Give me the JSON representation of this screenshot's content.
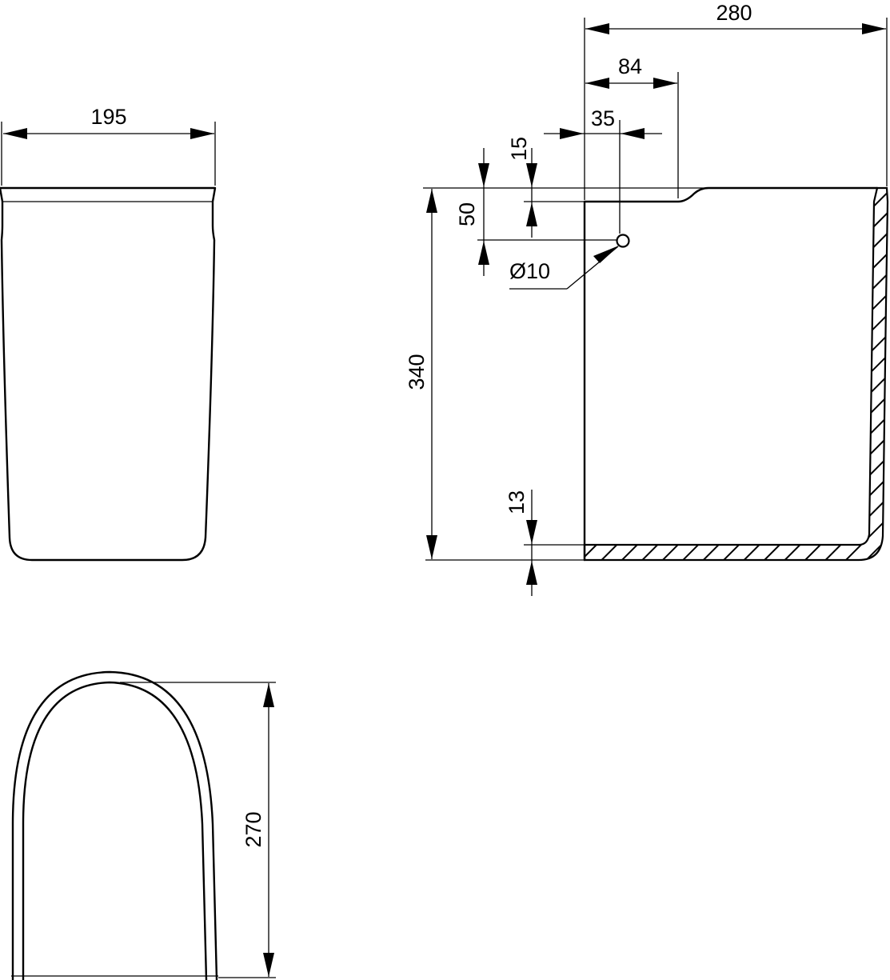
{
  "dimensions": {
    "front_width": "195",
    "side_depth": "280",
    "inlet_offset": "84",
    "hole_offset": "35",
    "top_step": "15",
    "hole_height": "50",
    "hole_diameter": "Ø10",
    "side_height": "340",
    "base_thickness": "13",
    "plan_depth": "270"
  }
}
